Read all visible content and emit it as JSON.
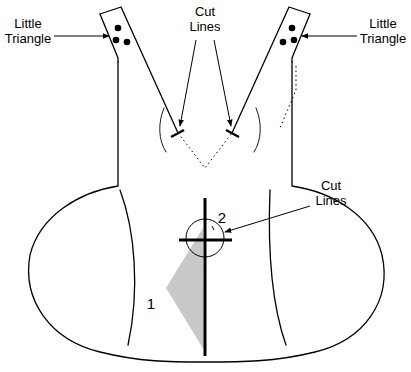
{
  "diagram": {
    "labels": [
      "Little Triangle",
      "Cut Lines",
      "Little Triangle",
      "Cut Lines",
      "1",
      "2"
    ]
  }
}
